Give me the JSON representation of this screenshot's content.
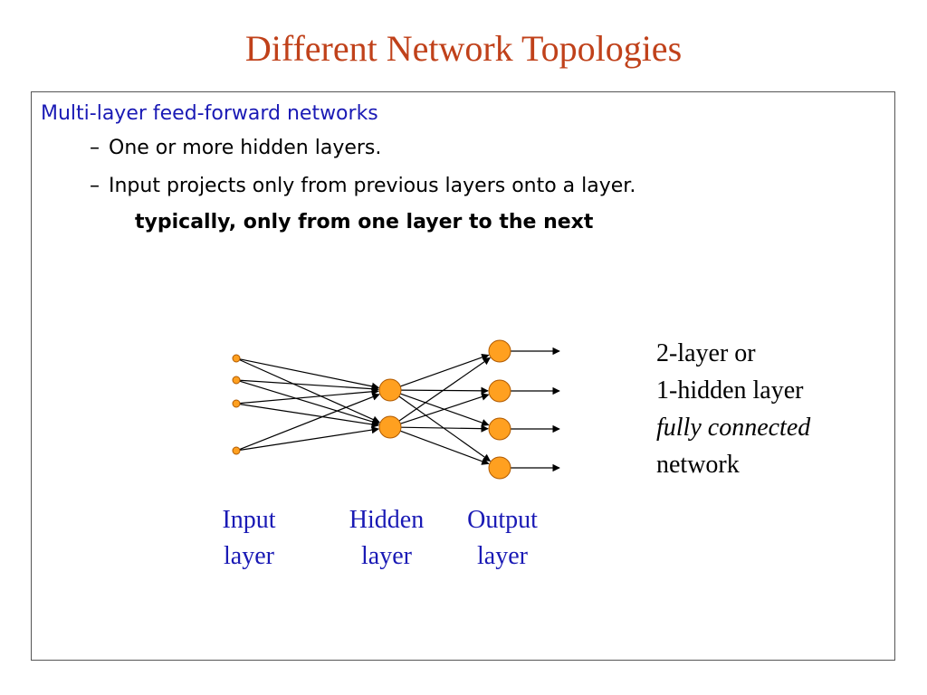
{
  "title": "Different Network Topologies",
  "heading": "Multi-layer feed-forward networks",
  "bullets": [
    {
      "dash": "–",
      "text": "One or more hidden layers."
    },
    {
      "dash": "–",
      "text": "Input projects only from previous layers onto a layer."
    }
  ],
  "note": "typically, only from one layer to the next",
  "side_note": {
    "line1": "2-layer or",
    "line2": "1-hidden layer",
    "line3": "fully connected",
    "line4": "network"
  },
  "layer_labels": {
    "input": [
      "Input",
      "layer"
    ],
    "hidden": [
      "Hidden",
      "layer"
    ],
    "output": [
      "Output",
      "layer"
    ]
  },
  "network": {
    "input_nodes": 4,
    "hidden_nodes": 2,
    "output_nodes": 4,
    "fully_connected": true
  },
  "colors": {
    "title": "#c0411a",
    "heading": "#1a1ab5",
    "layer_labels": "#1a1ab5",
    "node_fill": "#ffa020",
    "node_stroke": "#b05a00",
    "edge": "#000000"
  }
}
